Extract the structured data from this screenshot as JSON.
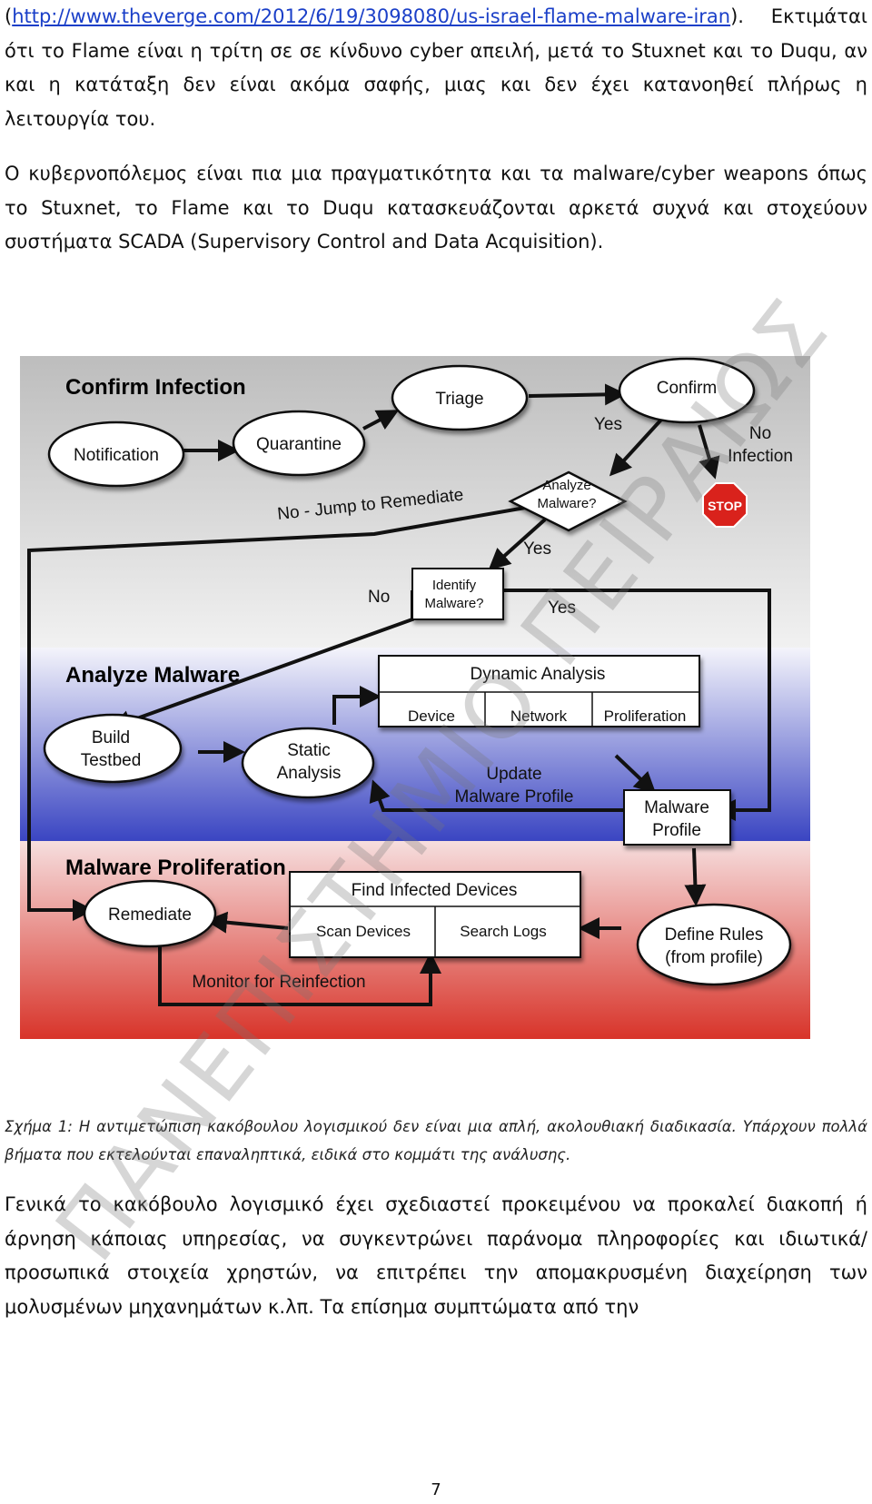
{
  "paragraph1": {
    "link": "http://www.theverge.com/2012/6/19/3098080/us-israel-flame-malware-iran",
    "prefix": "(",
    "suffix": ").",
    "text": "Εκτιμάται ότι το Flame είναι η τρίτη σε σε κίνδυνο cyber απειλή, μετά το Stuxnet και το Duqu, αν και η κατάταξη δεν είναι ακόμα σαφής, μιας και δεν έχει κατανοηθεί πλήρως η λειτουργία του."
  },
  "paragraph2": "Ο κυβερνοπόλεμος είναι πια μια πραγματικότητα και τα malware/cyber weapons όπως το Stuxnet, το Flame και το Duqu κατασκευάζονται αρκετά συχνά και στοχεύουν συστήματα SCADA (Supervisory Control and Data Acquisition).",
  "diagram": {
    "sections": {
      "confirm": "Confirm Infection",
      "analyze": "Analyze Malware",
      "proliferation": "Malware Proliferation"
    },
    "nodes": {
      "notification": "Notification",
      "quarantine": "Quarantine",
      "triage": "Triage",
      "confirm": "Confirm",
      "no_infection_1": "No",
      "no_infection_2": "Infection",
      "stop": "STOP",
      "analyze_q_1": "Analyze",
      "analyze_q_2": "Malware?",
      "identify_q_1": "Identify",
      "identify_q_2": "Malware?",
      "build_1": "Build",
      "build_2": "Testbed",
      "static_1": "Static",
      "static_2": "Analysis",
      "dynamic_title": "Dynamic Analysis",
      "device": "Device",
      "network": "Network",
      "proliferation": "Proliferation",
      "update_1": "Update",
      "update_2": "Malware Profile",
      "profile_1": "Malware",
      "profile_2": "Profile",
      "find_title": "Find Infected Devices",
      "scan": "Scan Devices",
      "search": "Search Logs",
      "remediate": "Remediate",
      "define_1": "Define Rules",
      "define_2": "(from profile)",
      "monitor": "Monitor for Reinfection"
    },
    "labels": {
      "yes_confirm": "Yes",
      "jump": "No - Jump to Remediate",
      "yes_analyze": "Yes",
      "no_identify": "No",
      "yes_identify": "Yes"
    }
  },
  "caption": "Σχήμα 1: Η αντιμετώπιση κακόβουλου λογισμικού δεν είναι μια απλή, ακολουθιακή διαδικασία. Υπάρχουν πολλά βήματα που εκτελούνται επαναληπτικά, ειδικά στο κομμάτι της ανάλυσης.",
  "paragraph3": "Γενικά το κακόβουλο λογισμικό έχει σχεδιαστεί προκειμένου να προκαλεί διακοπή ή άρνηση κάποιας υπηρεσίας, να συγκεντρώνει παράνομα πληροφορίες και ιδιωτικά/προσωπικά στοιχεία χρηστών, να επιτρέπει την απομακρυσμένη διαχείρηση των μολυσμένων μηχανημάτων κ.λπ. Τα επίσημα συμπτώματα από την",
  "page_number": "7",
  "watermark": "ΠΑΝΕΠΙΣΤΗΜΙΟ ΠΕΙΡΑΙΩΣ"
}
